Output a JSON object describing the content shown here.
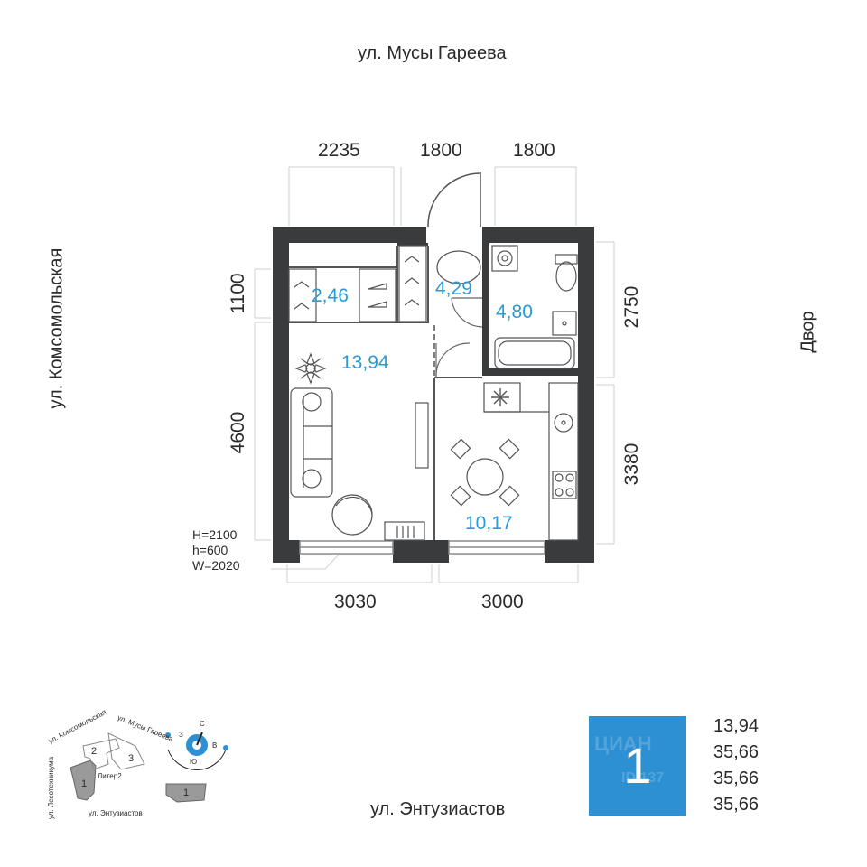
{
  "streets": {
    "top": "ул. Мусы Гареева",
    "left": "ул. Комсомольская",
    "right": "Двор",
    "bottom": "ул. Энтузиастов"
  },
  "dimensions": {
    "top": [
      "2235",
      "1800",
      "1800"
    ],
    "left": [
      "1100",
      "4600"
    ],
    "right": [
      "2750",
      "3380"
    ],
    "bottom": [
      "3030",
      "3000"
    ]
  },
  "rooms": {
    "wardrobe": "2,46",
    "hall": "4,29",
    "bathroom": "4,80",
    "living": "13,94",
    "kitchen": "10,17"
  },
  "window_spec": [
    "H=2100",
    "h=600",
    "W=2020"
  ],
  "site_plan": {
    "streets": [
      "ул. Комсомольская",
      "ул. Мусы Гареева",
      "ул. Лесотехникума",
      "ул. Энтузиастов"
    ],
    "sections": [
      "1",
      "2",
      "3"
    ],
    "liter": "Литер2",
    "highlight": "1",
    "compass": [
      "С",
      "З",
      "В",
      "Ю"
    ]
  },
  "summary": {
    "rooms_count": "1",
    "values": [
      "13,94",
      "35,66",
      "35,66",
      "35,66"
    ]
  },
  "colors": {
    "wall": "#3a3b3d",
    "accent": "#2d90d2",
    "area_text": "#2a9ad6",
    "line": "#c8c8c8"
  }
}
